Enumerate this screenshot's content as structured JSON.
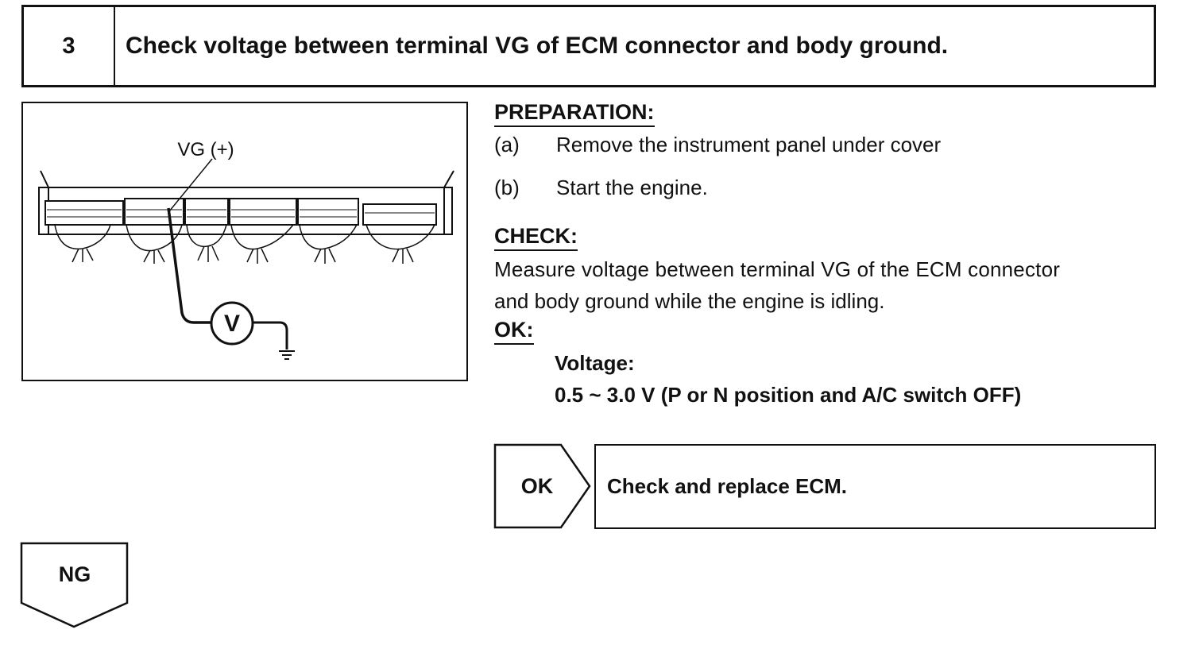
{
  "step": {
    "number": "3",
    "title": "Check voltage between terminal VG of ECM connector and body ground."
  },
  "illustration": {
    "terminal_label": "VG (+)",
    "meter_symbol": "V"
  },
  "preparation": {
    "heading": "PREPARATION:",
    "steps": [
      {
        "marker": "(a)",
        "text": "Remove the instrument panel under cover"
      },
      {
        "marker": "(b)",
        "text": "Start the engine."
      }
    ]
  },
  "check": {
    "heading": "CHECK:",
    "lines": [
      "Measure voltage between terminal VG of the ECM connector",
      "and body ground while the engine is idling."
    ]
  },
  "ok_spec": {
    "heading": "OK:",
    "label": "Voltage:",
    "value": "0.5 ~ 3.0 V (P or N position and A/C switch OFF)"
  },
  "ok_branch": {
    "label": "OK",
    "action": "Check and replace ECM."
  },
  "ng_branch": {
    "label": "NG"
  }
}
